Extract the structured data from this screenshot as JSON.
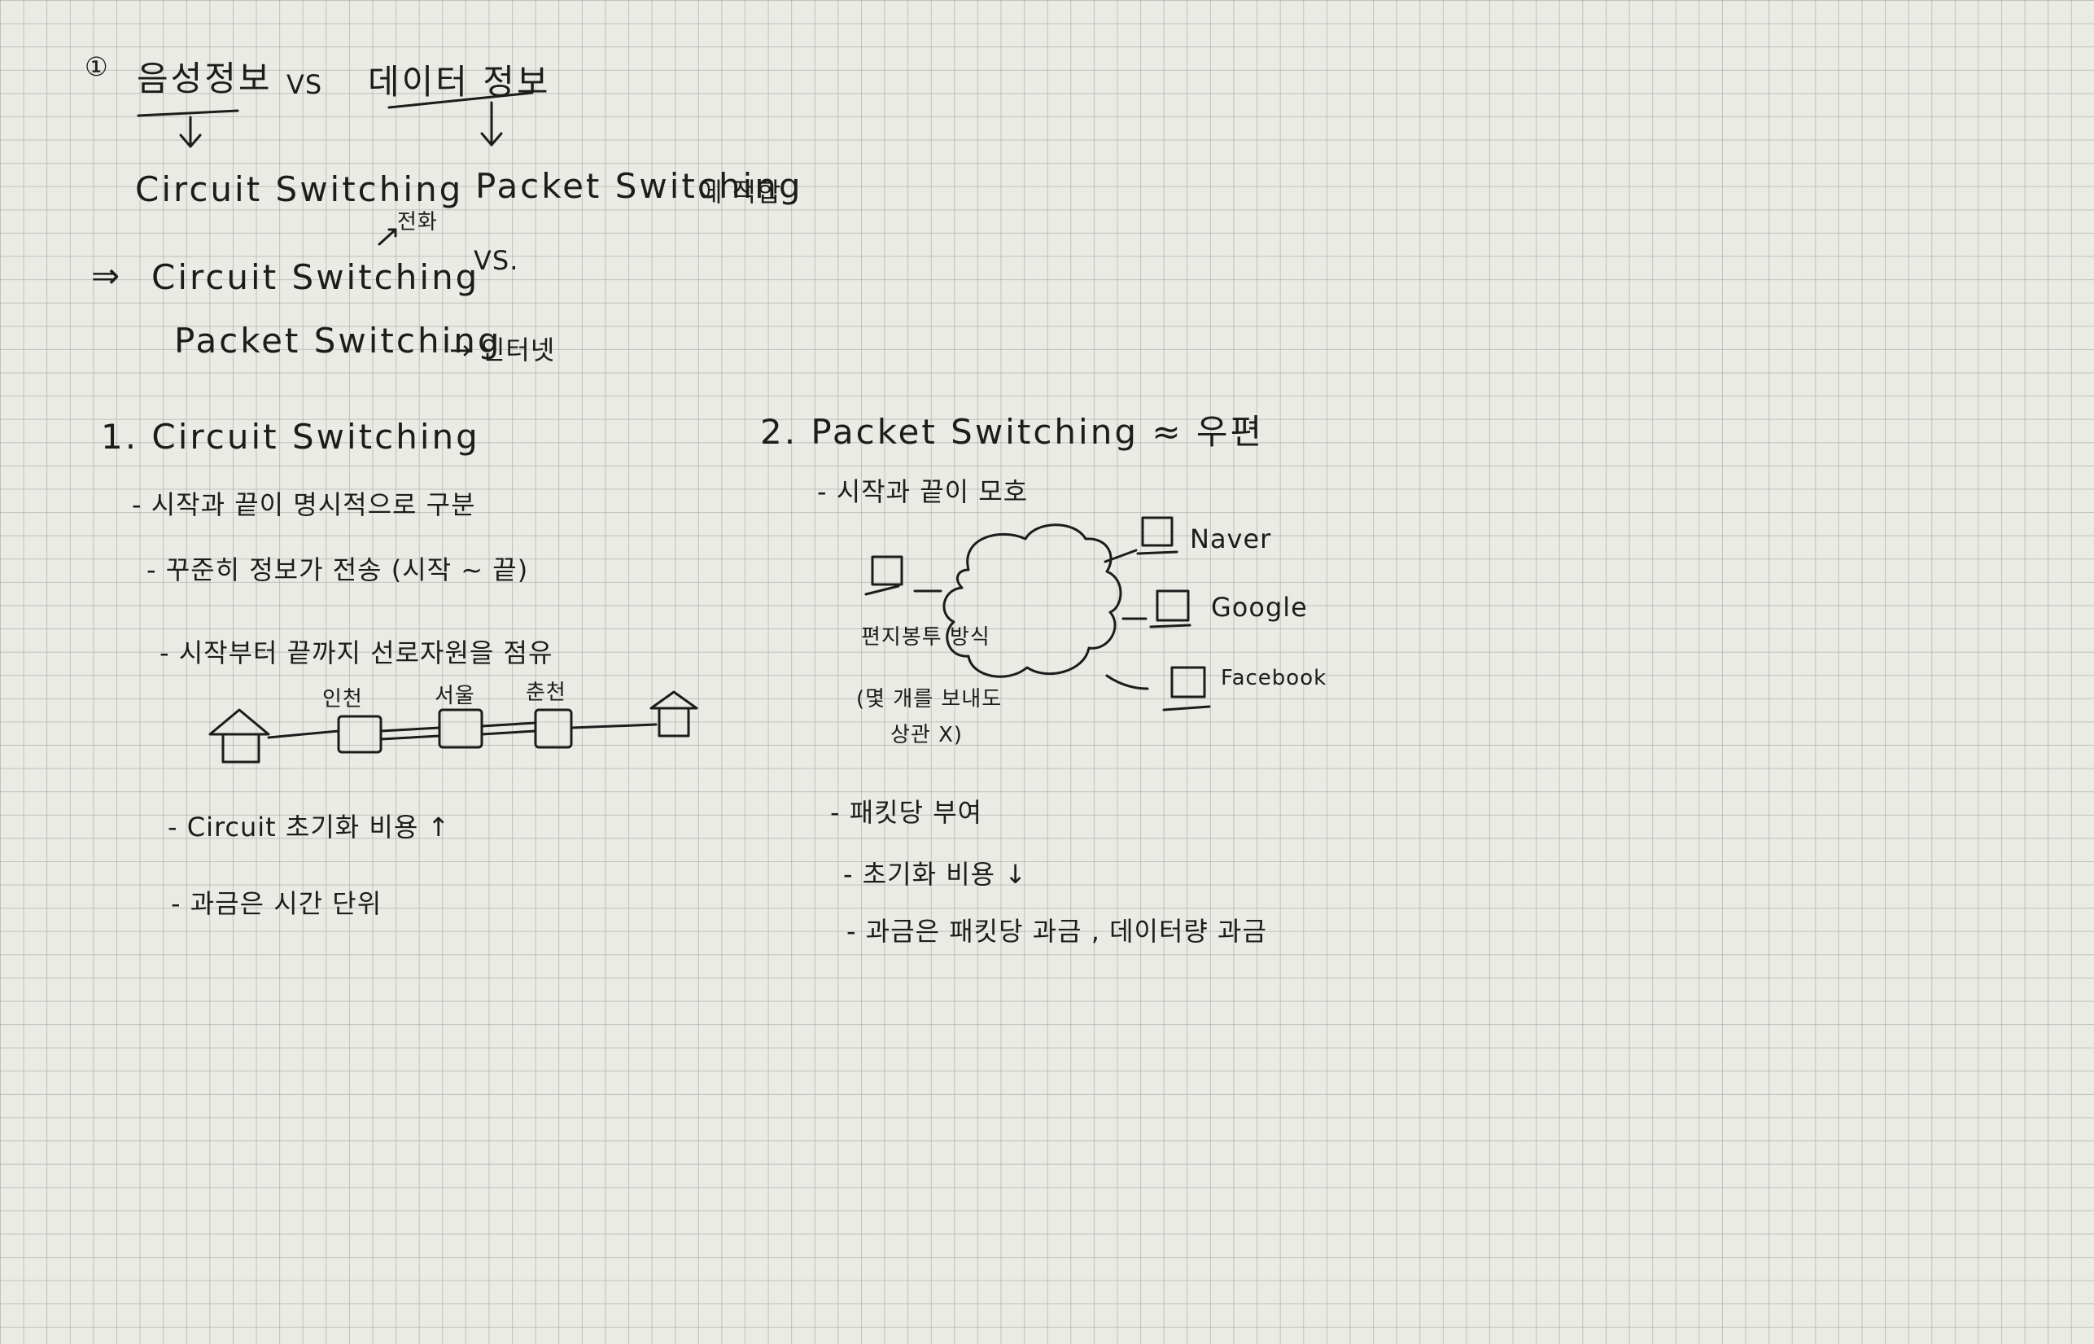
{
  "header": {
    "marker": "①",
    "voice": "음성정보",
    "vs": "VS",
    "data": "데이터 정보",
    "circuit": "Circuit Switching",
    "packet": "Packet Switching",
    "packet_note": "에 적합"
  },
  "summary": {
    "arrow": "⇒",
    "circuit": "Circuit Switching",
    "phone": "전화",
    "vs": "VS.",
    "packet": "Packet Switching",
    "internet": "→ 인터넷"
  },
  "section1": {
    "title": "1. Circuit Switching",
    "bullets": [
      "- 시작과 끝이 명시적으로 구분",
      "- 꾸준히 정보가 전송 (시작 ~ 끝)",
      "- 시작부터 끝까지 선로자원을 점유",
      "- Circuit 초기화 비용 ↑",
      "- 과금은 시간 단위"
    ],
    "diagram_nodes": [
      "인천",
      "서울",
      "춘천"
    ]
  },
  "section2": {
    "title": "2. Packet Switching ≈ 우편",
    "bullets": [
      "- 시작과 끝이 모호",
      "- 패킷당 부여",
      "- 초기화 비용 ↓",
      "- 과금은 패킷당 과금 , 데이터량 과금"
    ],
    "diagram_note": [
      "편지봉투 방식",
      "(몇 개를 보내도",
      "상관 X)"
    ],
    "hosts": [
      "Naver",
      "Google",
      "Facebook"
    ]
  }
}
